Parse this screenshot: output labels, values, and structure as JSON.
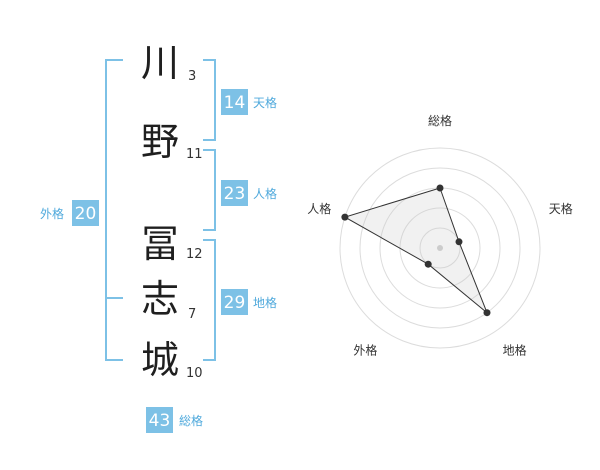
{
  "name": {
    "characters": [
      {
        "char": "川",
        "strokes": "3"
      },
      {
        "char": "野",
        "strokes": "11"
      },
      {
        "char": "冨",
        "strokes": "12"
      },
      {
        "char": "志",
        "strokes": "7"
      },
      {
        "char": "城",
        "strokes": "10"
      }
    ]
  },
  "fortunes": {
    "tenkaku": {
      "value": "14",
      "label": "天格"
    },
    "jinkaku": {
      "value": "23",
      "label": "人格"
    },
    "chikaku": {
      "value": "29",
      "label": "地格"
    },
    "gaikaku": {
      "value": "20",
      "label": "外格"
    },
    "soukaku": {
      "value": "43",
      "label": "総格"
    }
  },
  "colors": {
    "accent": "#7dc1e6",
    "accent_text": "#4fa9dc",
    "ink": "#1f1f1f"
  },
  "chart_data": {
    "type": "radar",
    "title": "",
    "axes": [
      "総格",
      "天格",
      "地格",
      "外格",
      "人格"
    ],
    "range": [
      0,
      5
    ],
    "rings": 5,
    "series": [
      {
        "values": [
          3,
          1,
          4,
          1,
          5
        ]
      }
    ]
  }
}
